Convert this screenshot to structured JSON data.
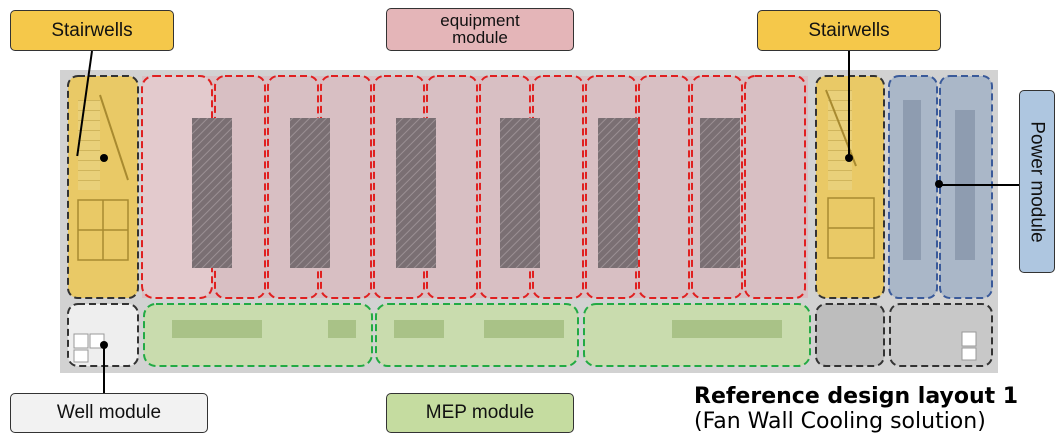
{
  "labels": {
    "stairwells_left": "Stairwells",
    "equipment_module": "equipment module",
    "stairwells_right": "Stairwells",
    "power_module": "Power module",
    "well_module": "Well module",
    "mep_module": "MEP module"
  },
  "caption": {
    "title": "Reference design layout 1",
    "subtitle": "(Fan Wall Cooling solution)"
  },
  "colors": {
    "stairwell_fill": "#f2c94c",
    "equipment_fill": "#e8b4b8",
    "power_fill": "#aec0d8",
    "well_fill": "#f2f2f2",
    "mep_fill": "#c5dca0",
    "equipment_outline": "#e02020",
    "mep_outline": "#22aa44",
    "power_outline": "#3a5a9a",
    "neutral_outline": "#333333"
  }
}
